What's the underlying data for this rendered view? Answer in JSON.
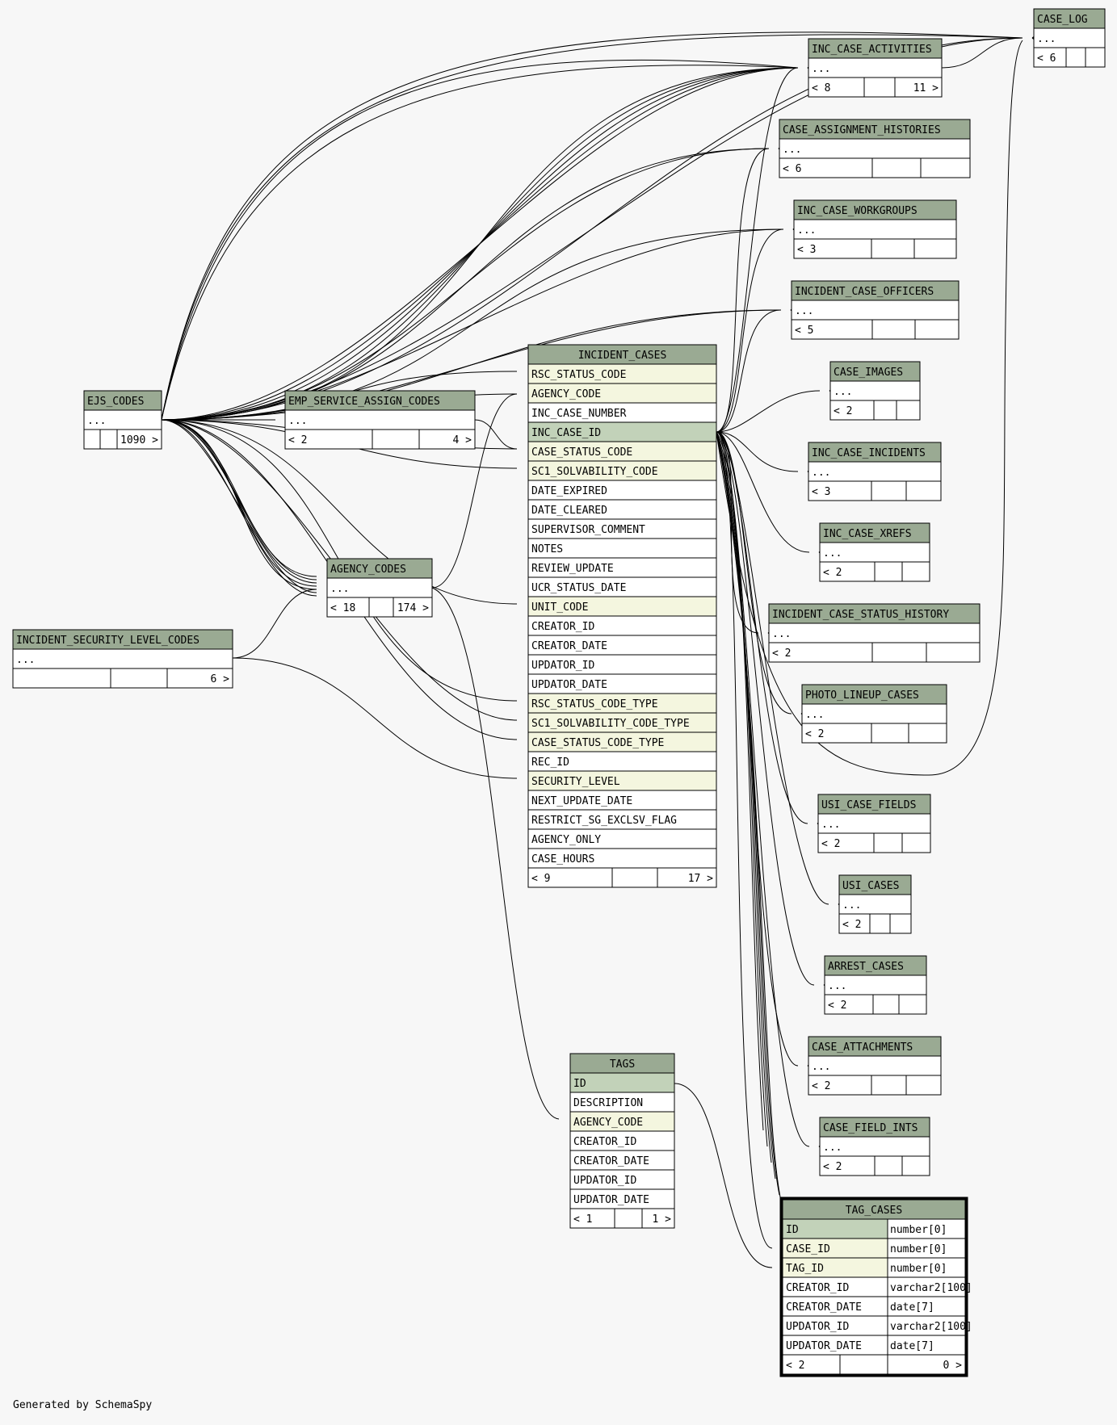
{
  "colors": {
    "header": "#9aaa93",
    "pk": "#c2d2b9",
    "fk": "#f4f6df",
    "row": "#ffffff",
    "background": "#f7f7f7",
    "line": "#000000"
  },
  "footer": "Generated by SchemaSpy",
  "tables": [
    {
      "id": "case_log",
      "title": "CASE_LOG",
      "rows": [
        {
          "n": "...",
          "t": ""
        }
      ],
      "stats": {
        "left": "< 6",
        "right": ""
      }
    },
    {
      "id": "inc_case_activities",
      "title": "INC_CASE_ACTIVITIES",
      "rows": [
        {
          "n": "...",
          "t": ""
        }
      ],
      "stats": {
        "left": "< 8",
        "right": "11 >"
      }
    },
    {
      "id": "case_assignment_histories",
      "title": "CASE_ASSIGNMENT_HISTORIES",
      "rows": [
        {
          "n": "...",
          "t": ""
        }
      ],
      "stats": {
        "left": "< 6",
        "right": ""
      }
    },
    {
      "id": "inc_case_workgroups",
      "title": "INC_CASE_WORKGROUPS",
      "rows": [
        {
          "n": "...",
          "t": ""
        }
      ],
      "stats": {
        "left": "< 3",
        "right": ""
      }
    },
    {
      "id": "incident_case_officers",
      "title": "INCIDENT_CASE_OFFICERS",
      "rows": [
        {
          "n": "...",
          "t": ""
        }
      ],
      "stats": {
        "left": "< 5",
        "right": ""
      }
    },
    {
      "id": "case_images",
      "title": "CASE_IMAGES",
      "rows": [
        {
          "n": "...",
          "t": ""
        }
      ],
      "stats": {
        "left": "< 2",
        "right": ""
      }
    },
    {
      "id": "inc_case_incidents",
      "title": "INC_CASE_INCIDENTS",
      "rows": [
        {
          "n": "...",
          "t": ""
        }
      ],
      "stats": {
        "left": "< 3",
        "right": ""
      }
    },
    {
      "id": "inc_case_xrefs",
      "title": "INC_CASE_XREFS",
      "rows": [
        {
          "n": "...",
          "t": ""
        }
      ],
      "stats": {
        "left": "< 2",
        "right": ""
      }
    },
    {
      "id": "incident_case_status_history",
      "title": "INCIDENT_CASE_STATUS_HISTORY",
      "rows": [
        {
          "n": "...",
          "t": ""
        }
      ],
      "stats": {
        "left": "< 2",
        "right": ""
      }
    },
    {
      "id": "photo_lineup_cases",
      "title": "PHOTO_LINEUP_CASES",
      "rows": [
        {
          "n": "...",
          "t": ""
        }
      ],
      "stats": {
        "left": "< 2",
        "right": ""
      }
    },
    {
      "id": "usi_case_fields",
      "title": "USI_CASE_FIELDS",
      "rows": [
        {
          "n": "...",
          "t": ""
        }
      ],
      "stats": {
        "left": "< 2",
        "right": ""
      }
    },
    {
      "id": "usi_cases",
      "title": "USI_CASES",
      "rows": [
        {
          "n": "...",
          "t": ""
        }
      ],
      "stats": {
        "left": "< 2",
        "right": ""
      }
    },
    {
      "id": "arrest_cases",
      "title": "ARREST_CASES",
      "rows": [
        {
          "n": "...",
          "t": ""
        }
      ],
      "stats": {
        "left": "< 2",
        "right": ""
      }
    },
    {
      "id": "case_attachments",
      "title": "CASE_ATTACHMENTS",
      "rows": [
        {
          "n": "...",
          "t": ""
        }
      ],
      "stats": {
        "left": "< 2",
        "right": ""
      }
    },
    {
      "id": "case_field_ints",
      "title": "CASE_FIELD_INTS",
      "rows": [
        {
          "n": "...",
          "t": ""
        }
      ],
      "stats": {
        "left": "< 2",
        "right": ""
      }
    },
    {
      "id": "ejs_codes",
      "title": "EJS_CODES",
      "rows": [
        {
          "n": "...",
          "t": ""
        }
      ],
      "stats": {
        "left": "",
        "right": "1090 >"
      }
    },
    {
      "id": "emp_service_assign_codes",
      "title": "EMP_SERVICE_ASSIGN_CODES",
      "rows": [
        {
          "n": "...",
          "t": ""
        }
      ],
      "stats": {
        "left": "< 2",
        "right": "4 >"
      }
    },
    {
      "id": "agency_codes",
      "title": "AGENCY_CODES",
      "rows": [
        {
          "n": "...",
          "t": ""
        }
      ],
      "stats": {
        "left": "< 18",
        "right": "174 >"
      }
    },
    {
      "id": "incident_security_level_codes",
      "title": "INCIDENT_SECURITY_LEVEL_CODES",
      "rows": [
        {
          "n": "...",
          "t": ""
        }
      ],
      "stats": {
        "left": "",
        "right": "6 >"
      }
    },
    {
      "id": "incident_cases",
      "title": "INCIDENT_CASES",
      "rows": [
        {
          "n": "RSC_STATUS_CODE",
          "t": "fk"
        },
        {
          "n": "AGENCY_CODE",
          "t": "fk"
        },
        {
          "n": "INC_CASE_NUMBER",
          "t": ""
        },
        {
          "n": "INC_CASE_ID",
          "t": "pk"
        },
        {
          "n": "CASE_STATUS_CODE",
          "t": "fk"
        },
        {
          "n": "SC1_SOLVABILITY_CODE",
          "t": "fk"
        },
        {
          "n": "DATE_EXPIRED",
          "t": ""
        },
        {
          "n": "DATE_CLEARED",
          "t": ""
        },
        {
          "n": "SUPERVISOR_COMMENT",
          "t": ""
        },
        {
          "n": "NOTES",
          "t": ""
        },
        {
          "n": "REVIEW_UPDATE",
          "t": ""
        },
        {
          "n": "UCR_STATUS_DATE",
          "t": ""
        },
        {
          "n": "UNIT_CODE",
          "t": "fk"
        },
        {
          "n": "CREATOR_ID",
          "t": ""
        },
        {
          "n": "CREATOR_DATE",
          "t": ""
        },
        {
          "n": "UPDATOR_ID",
          "t": ""
        },
        {
          "n": "UPDATOR_DATE",
          "t": ""
        },
        {
          "n": "RSC_STATUS_CODE_TYPE",
          "t": "fk"
        },
        {
          "n": "SC1_SOLVABILITY_CODE_TYPE",
          "t": "fk"
        },
        {
          "n": "CASE_STATUS_CODE_TYPE",
          "t": "fk"
        },
        {
          "n": "REC_ID",
          "t": ""
        },
        {
          "n": "SECURITY_LEVEL",
          "t": "fk"
        },
        {
          "n": "NEXT_UPDATE_DATE",
          "t": ""
        },
        {
          "n": "RESTRICT_SG_EXCLSV_FLAG",
          "t": ""
        },
        {
          "n": "AGENCY_ONLY",
          "t": ""
        },
        {
          "n": "CASE_HOURS",
          "t": ""
        }
      ],
      "stats": {
        "left": "< 9",
        "right": "17 >"
      }
    },
    {
      "id": "tags",
      "title": "TAGS",
      "rows": [
        {
          "n": "ID",
          "t": "pk"
        },
        {
          "n": "DESCRIPTION",
          "t": ""
        },
        {
          "n": "AGENCY_CODE",
          "t": "fk"
        },
        {
          "n": "CREATOR_ID",
          "t": ""
        },
        {
          "n": "CREATOR_DATE",
          "t": ""
        },
        {
          "n": "UPDATOR_ID",
          "t": ""
        },
        {
          "n": "UPDATOR_DATE",
          "t": ""
        }
      ],
      "stats": {
        "left": "< 1",
        "right": "1 >"
      }
    },
    {
      "id": "tag_cases",
      "title": "TAG_CASES",
      "rows": [
        {
          "n": "ID",
          "t": "pk",
          "dt": "number[0]"
        },
        {
          "n": "CASE_ID",
          "t": "fk",
          "dt": "number[0]"
        },
        {
          "n": "TAG_ID",
          "t": "fk",
          "dt": "number[0]"
        },
        {
          "n": "CREATOR_ID",
          "t": "",
          "dt": "varchar2[100]"
        },
        {
          "n": "CREATOR_DATE",
          "t": "",
          "dt": "date[7]"
        },
        {
          "n": "UPDATOR_ID",
          "t": "",
          "dt": "varchar2[100]"
        },
        {
          "n": "UPDATOR_DATE",
          "t": "",
          "dt": "date[7]"
        }
      ],
      "stats": {
        "left": "< 2",
        "right": "0 >"
      }
    }
  ]
}
